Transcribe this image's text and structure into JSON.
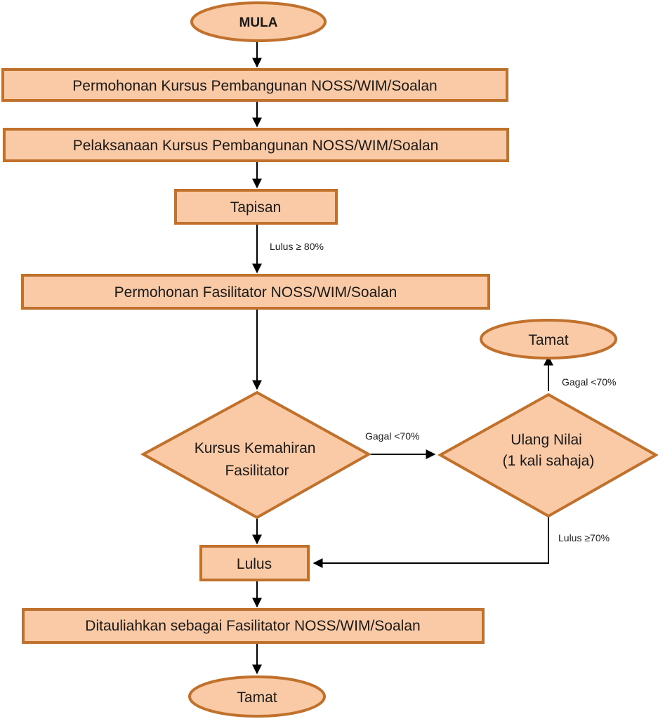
{
  "colors": {
    "node_fill": "#FAC9A5",
    "node_border": "#C0712C",
    "edge": "#000000"
  },
  "nodes": {
    "start": "MULA",
    "apply_course": "Permohonan Kursus Pembangunan NOSS/WIM/Soalan",
    "run_course": "Pelaksanaan Kursus Pembangunan NOSS/WIM/Soalan",
    "screening": "Tapisan",
    "apply_facilitator": "Permohonan Fasilitator NOSS/WIM/Soalan",
    "skill_course": [
      "Kursus Kemahiran",
      "Fasilitator"
    ],
    "reassess": [
      "Ulang Nilai",
      "(1 kali sahaja)"
    ],
    "end_top": "Tamat",
    "pass": "Lulus",
    "appointed": "Ditauliahkan sebagai Fasilitator NOSS/WIM/Soalan",
    "end_bottom": "Tamat"
  },
  "edge_labels": {
    "screening_pass": "Lulus ≥ 80%",
    "course_fail": "Gagal <70%",
    "reassess_fail": "Gagal <70%",
    "reassess_pass": "Lulus ≥70%"
  }
}
